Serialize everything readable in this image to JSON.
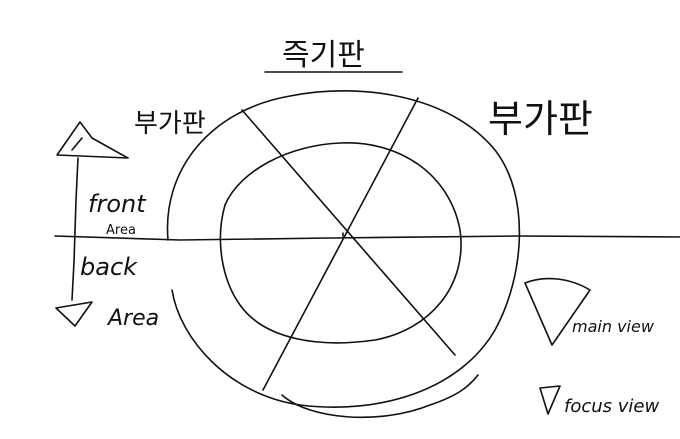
{
  "labels": {
    "top_center": "즉기판",
    "top_left": "부가판",
    "top_right": "부가판",
    "front": "front",
    "front_sub": "Area",
    "back": "back",
    "back_sub": "Area",
    "main_view": "main view",
    "focus_view": "focus view"
  },
  "colors": {
    "ink": "#111111",
    "background": "#ffffff"
  },
  "icons": {
    "front_marker": "up-triangle-icon",
    "back_marker": "down-triangle-icon",
    "main_view": "fan-wedge-icon",
    "focus_view": "small-wedge-icon"
  }
}
